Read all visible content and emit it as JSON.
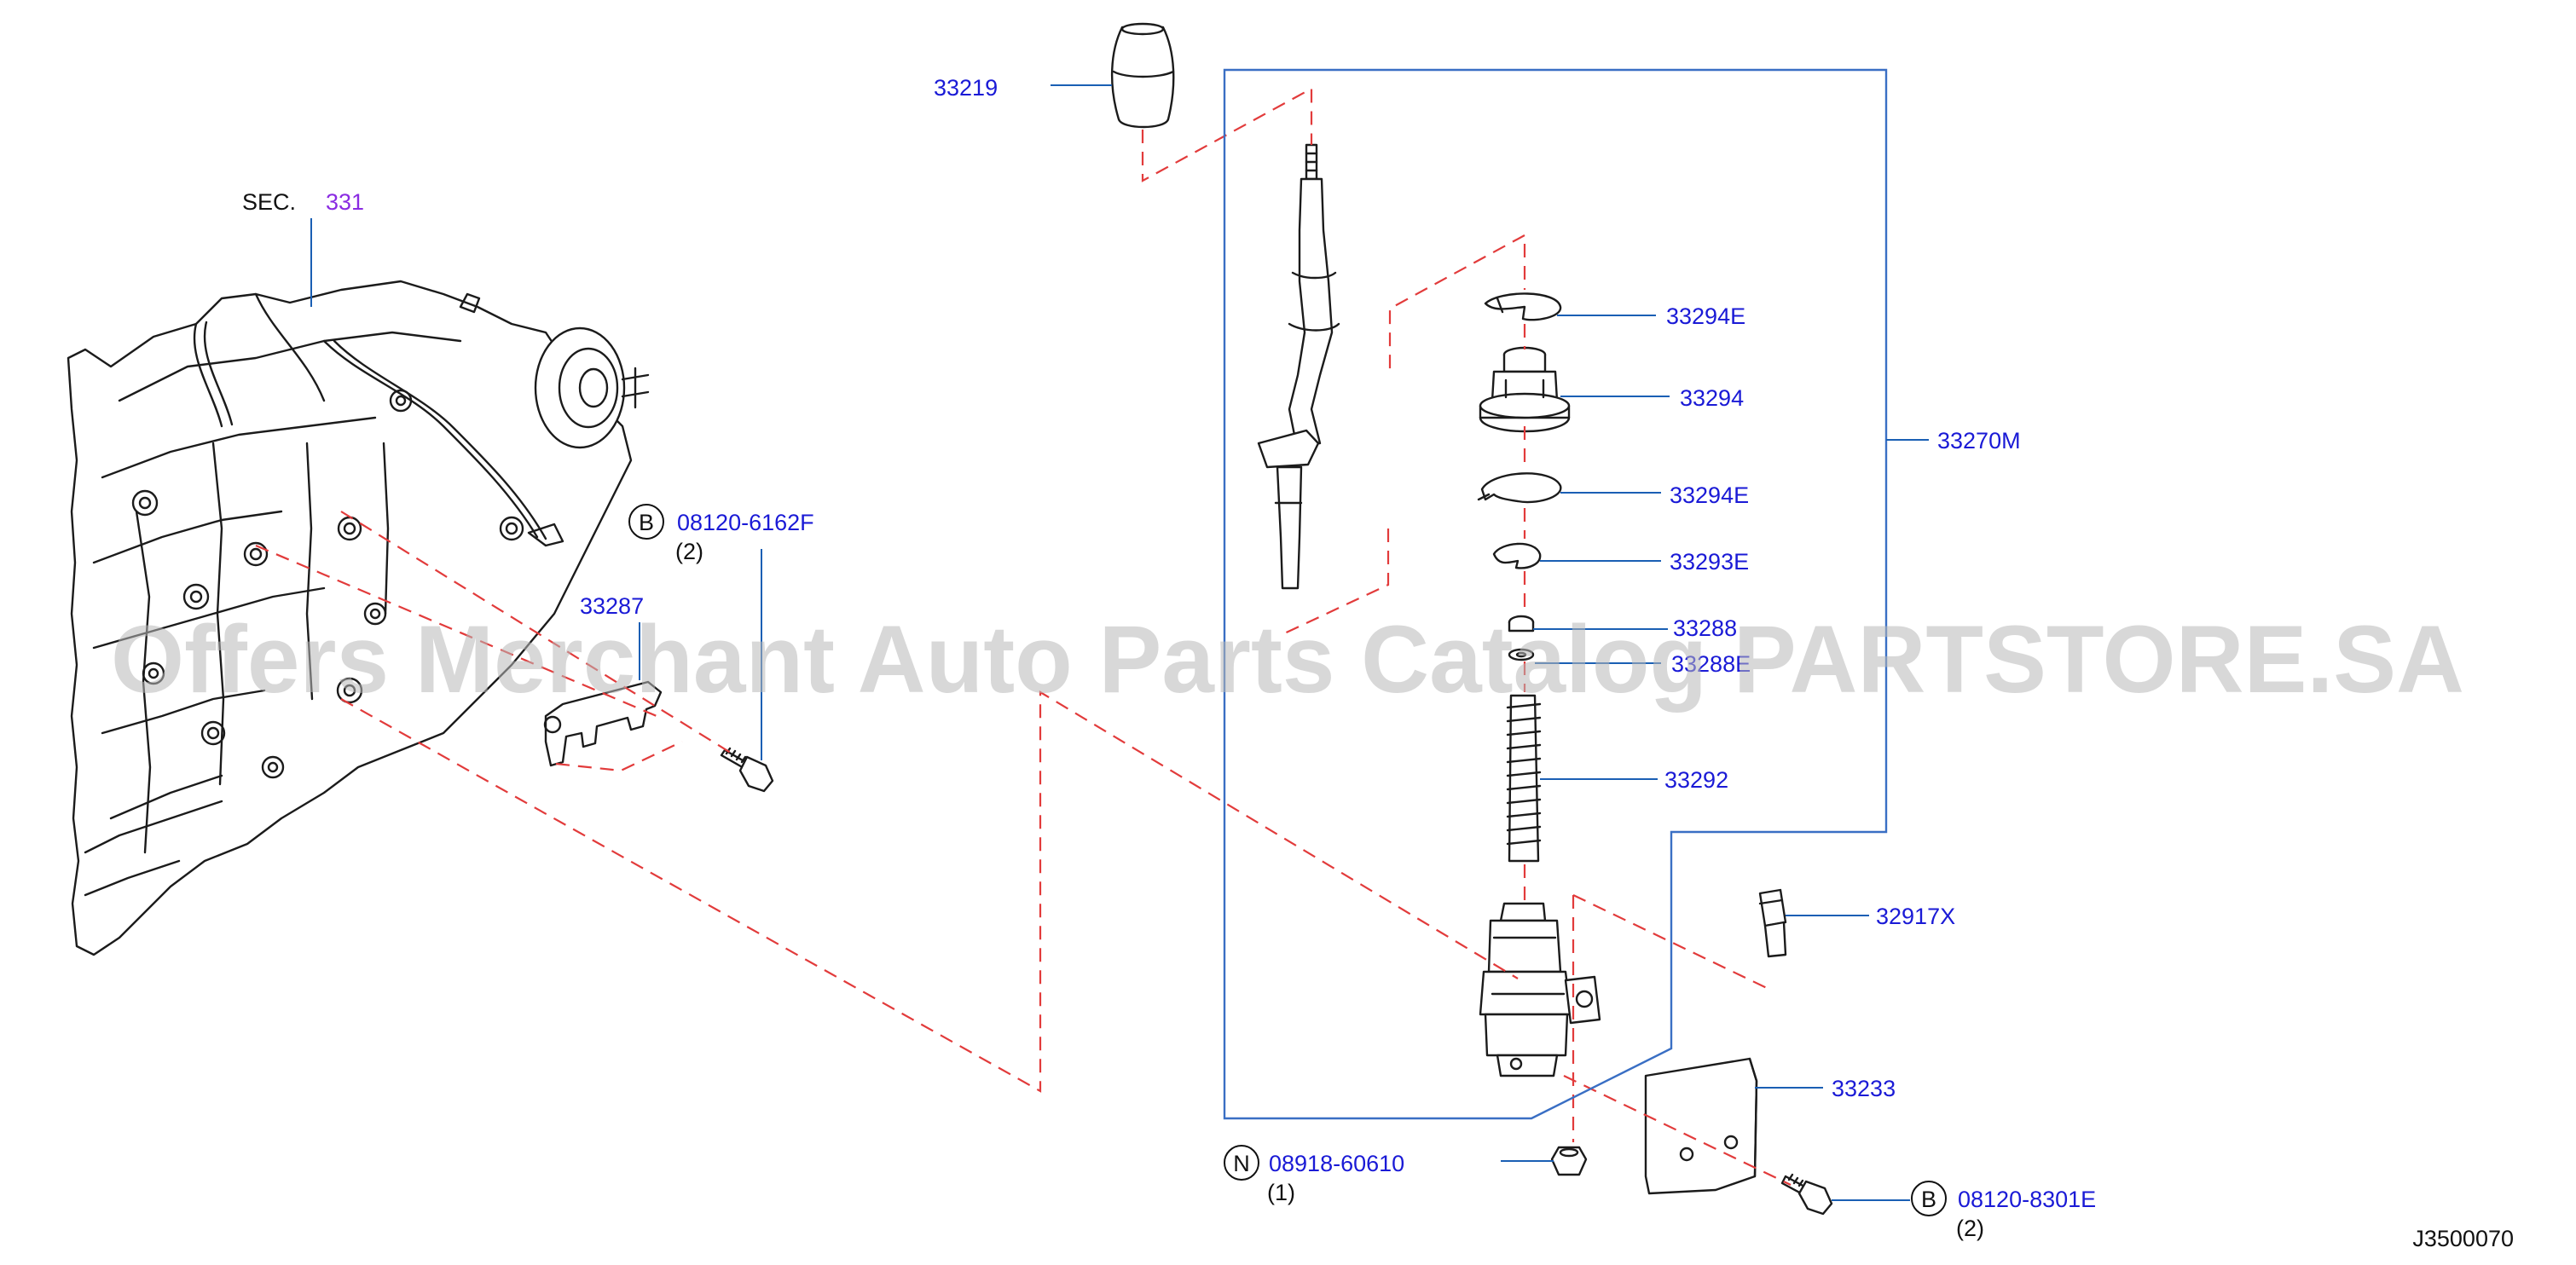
{
  "section": {
    "prefix": "SEC.",
    "number": "331"
  },
  "parts": {
    "p33219": "33219",
    "p33294E_top": "33294E",
    "p33294": "33294",
    "p33270M": "33270M",
    "p33294E_mid": "33294E",
    "p33293E": "33293E",
    "p33288": "33288",
    "p33288E": "33288E",
    "p33292": "33292",
    "p32917X": "32917X",
    "p33233": "33233",
    "p33287": "33287"
  },
  "fasteners": {
    "bolt_top": {
      "symbol": "B",
      "number": "08120-6162F",
      "qty": "(2)"
    },
    "nut": {
      "symbol": "N",
      "number": "08918-60610",
      "qty": "(1)"
    },
    "bolt_bottom": {
      "symbol": "B",
      "number": "08120-8301E",
      "qty": "(2)"
    }
  },
  "drawing_id": "J3500070",
  "watermark": "Offers Merchant Auto Parts Catalog PARTSTORE.SA",
  "colors": {
    "label": "#1a1ad6",
    "section_number": "#8a2be2",
    "dashed": "#e23b3b",
    "bracket": "#3a6fc4"
  }
}
